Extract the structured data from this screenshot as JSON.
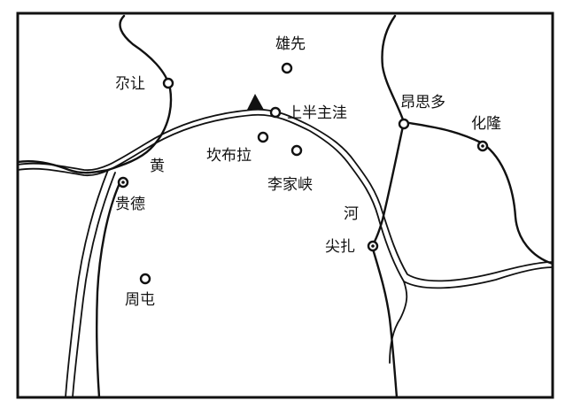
{
  "map": {
    "places": [
      {
        "id": "xiongxian",
        "name": "雄先"
      },
      {
        "id": "zhuanrang",
        "name": "尕让"
      },
      {
        "id": "shangbanzhuwa",
        "name": "上半主洼"
      },
      {
        "id": "angsiduo",
        "name": "昂思多"
      },
      {
        "id": "hualong",
        "name": "化隆"
      },
      {
        "id": "kanbula",
        "name": "坎布拉"
      },
      {
        "id": "lijiaxia",
        "name": "李家峡"
      },
      {
        "id": "guide",
        "name": "贵德"
      },
      {
        "id": "jianzha",
        "name": "尖扎"
      },
      {
        "id": "zhoutun",
        "name": "周屯"
      }
    ],
    "river_label_chars": [
      "黄",
      "河"
    ]
  }
}
